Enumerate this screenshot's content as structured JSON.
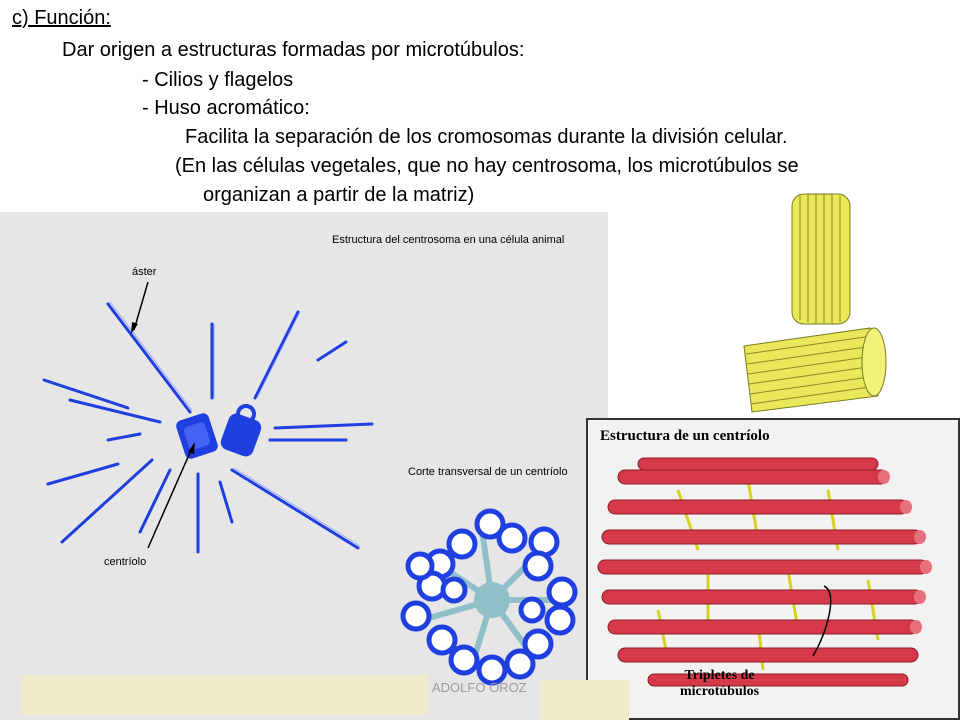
{
  "slide": {
    "heading": "c) Función:",
    "line1": "Dar origen a estructuras formadas por microtúbulos:",
    "item1": "- Cilios y flagelos",
    "item2": "- Huso acromático:",
    "sub1": "Facilita la separación de los cromosomas durante la división celular.",
    "note_line1": "(En las células vegetales, que no hay centrosoma, los microtúbulos se",
    "note_line2": "organizan a partir de la matriz)"
  },
  "centrosome_figure": {
    "title": "Estructura del centrosoma en una célula animal",
    "aster_label": "áster",
    "centriole_label": "centríolo",
    "cross_section_label": "Corte transversal de un centríolo"
  },
  "centriole_figure": {
    "title": "Estructura de un centríolo",
    "label_line1": "Tripletes de",
    "label_line2": "microtúbulos"
  },
  "footer": {
    "author": "ADOLFO OROZ"
  },
  "colors": {
    "panel_gray": "#e6e6e6",
    "aster_blue": "#1f3fe0",
    "microtubule_red": "#d63a4a",
    "centriole_yellow": "#e8e85a",
    "footer_beige": "#efebcb"
  }
}
